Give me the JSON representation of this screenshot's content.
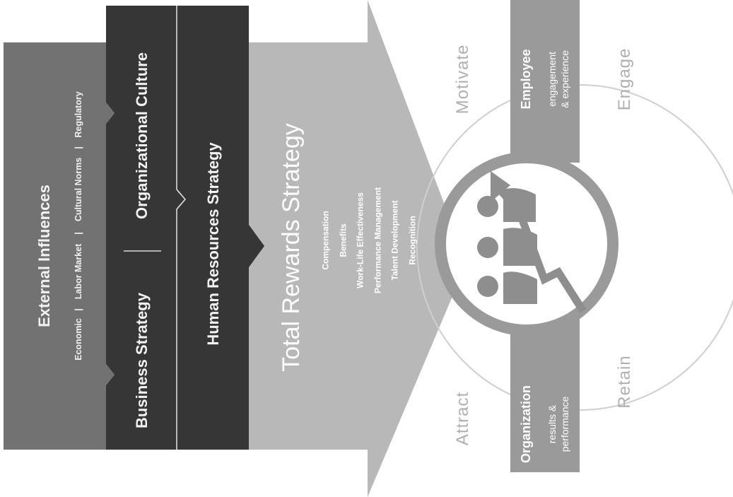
{
  "external_influences": {
    "title": "External Influences",
    "items": [
      "Economic",
      "Labor Market",
      "Cultural Norms",
      "Regulatory"
    ],
    "separator": "|"
  },
  "business_strategy": "Business Strategy",
  "organizational_culture": "Organizational Culture",
  "human_resources_strategy": "Human Resources Strategy",
  "total_rewards": {
    "title": "Total Rewards Strategy",
    "items": [
      "Compensation",
      "Benefits",
      "Work-Life Effectiveness",
      "Performance Management",
      "Talent Development",
      "Recognition"
    ]
  },
  "cycle": {
    "attract": "Attract",
    "motivate": "Motivate",
    "engage": "Engage",
    "retain": "Retain"
  },
  "organization_box": {
    "title": "Organization",
    "sub1": "results &",
    "sub2": "performance"
  },
  "employee_box": {
    "title": "Employee",
    "sub1": "engagement",
    "sub2": "& experience"
  },
  "colors": {
    "external": "#727272",
    "dark_band": "#363636",
    "total_rewards": "#b8b8b8",
    "ring": "#9a9a9a",
    "cycle_text": "#b0b0b0",
    "boxes": "#9a9a9a"
  }
}
